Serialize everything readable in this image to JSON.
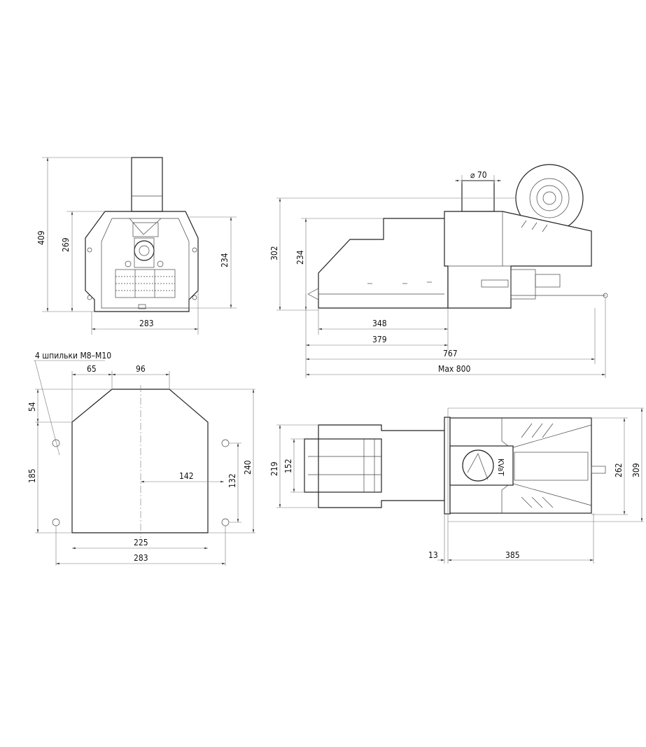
{
  "front_view": {
    "height_total": "409",
    "height_body": "269",
    "height_inner": "234",
    "width": "283"
  },
  "side_view": {
    "chimney_diameter": "⌀ 70",
    "height_total": "302",
    "height_tube": "234",
    "tube_length": "348",
    "tube_length_flange": "379",
    "length": "767",
    "length_max": "Max 800"
  },
  "mount_plate": {
    "note": "4 шпильки М8–М10",
    "dim_65": "65",
    "dim_96": "96",
    "dim_54": "54",
    "dim_185": "185",
    "dim_142": "142",
    "dim_132": "132",
    "dim_240": "240",
    "dim_225": "225",
    "dim_283": "283"
  },
  "top_view": {
    "dim_219": "219",
    "dim_152": "152",
    "dim_262": "262",
    "dim_309": "309",
    "dim_13": "13",
    "dim_385": "385",
    "logo": "KVaT"
  }
}
